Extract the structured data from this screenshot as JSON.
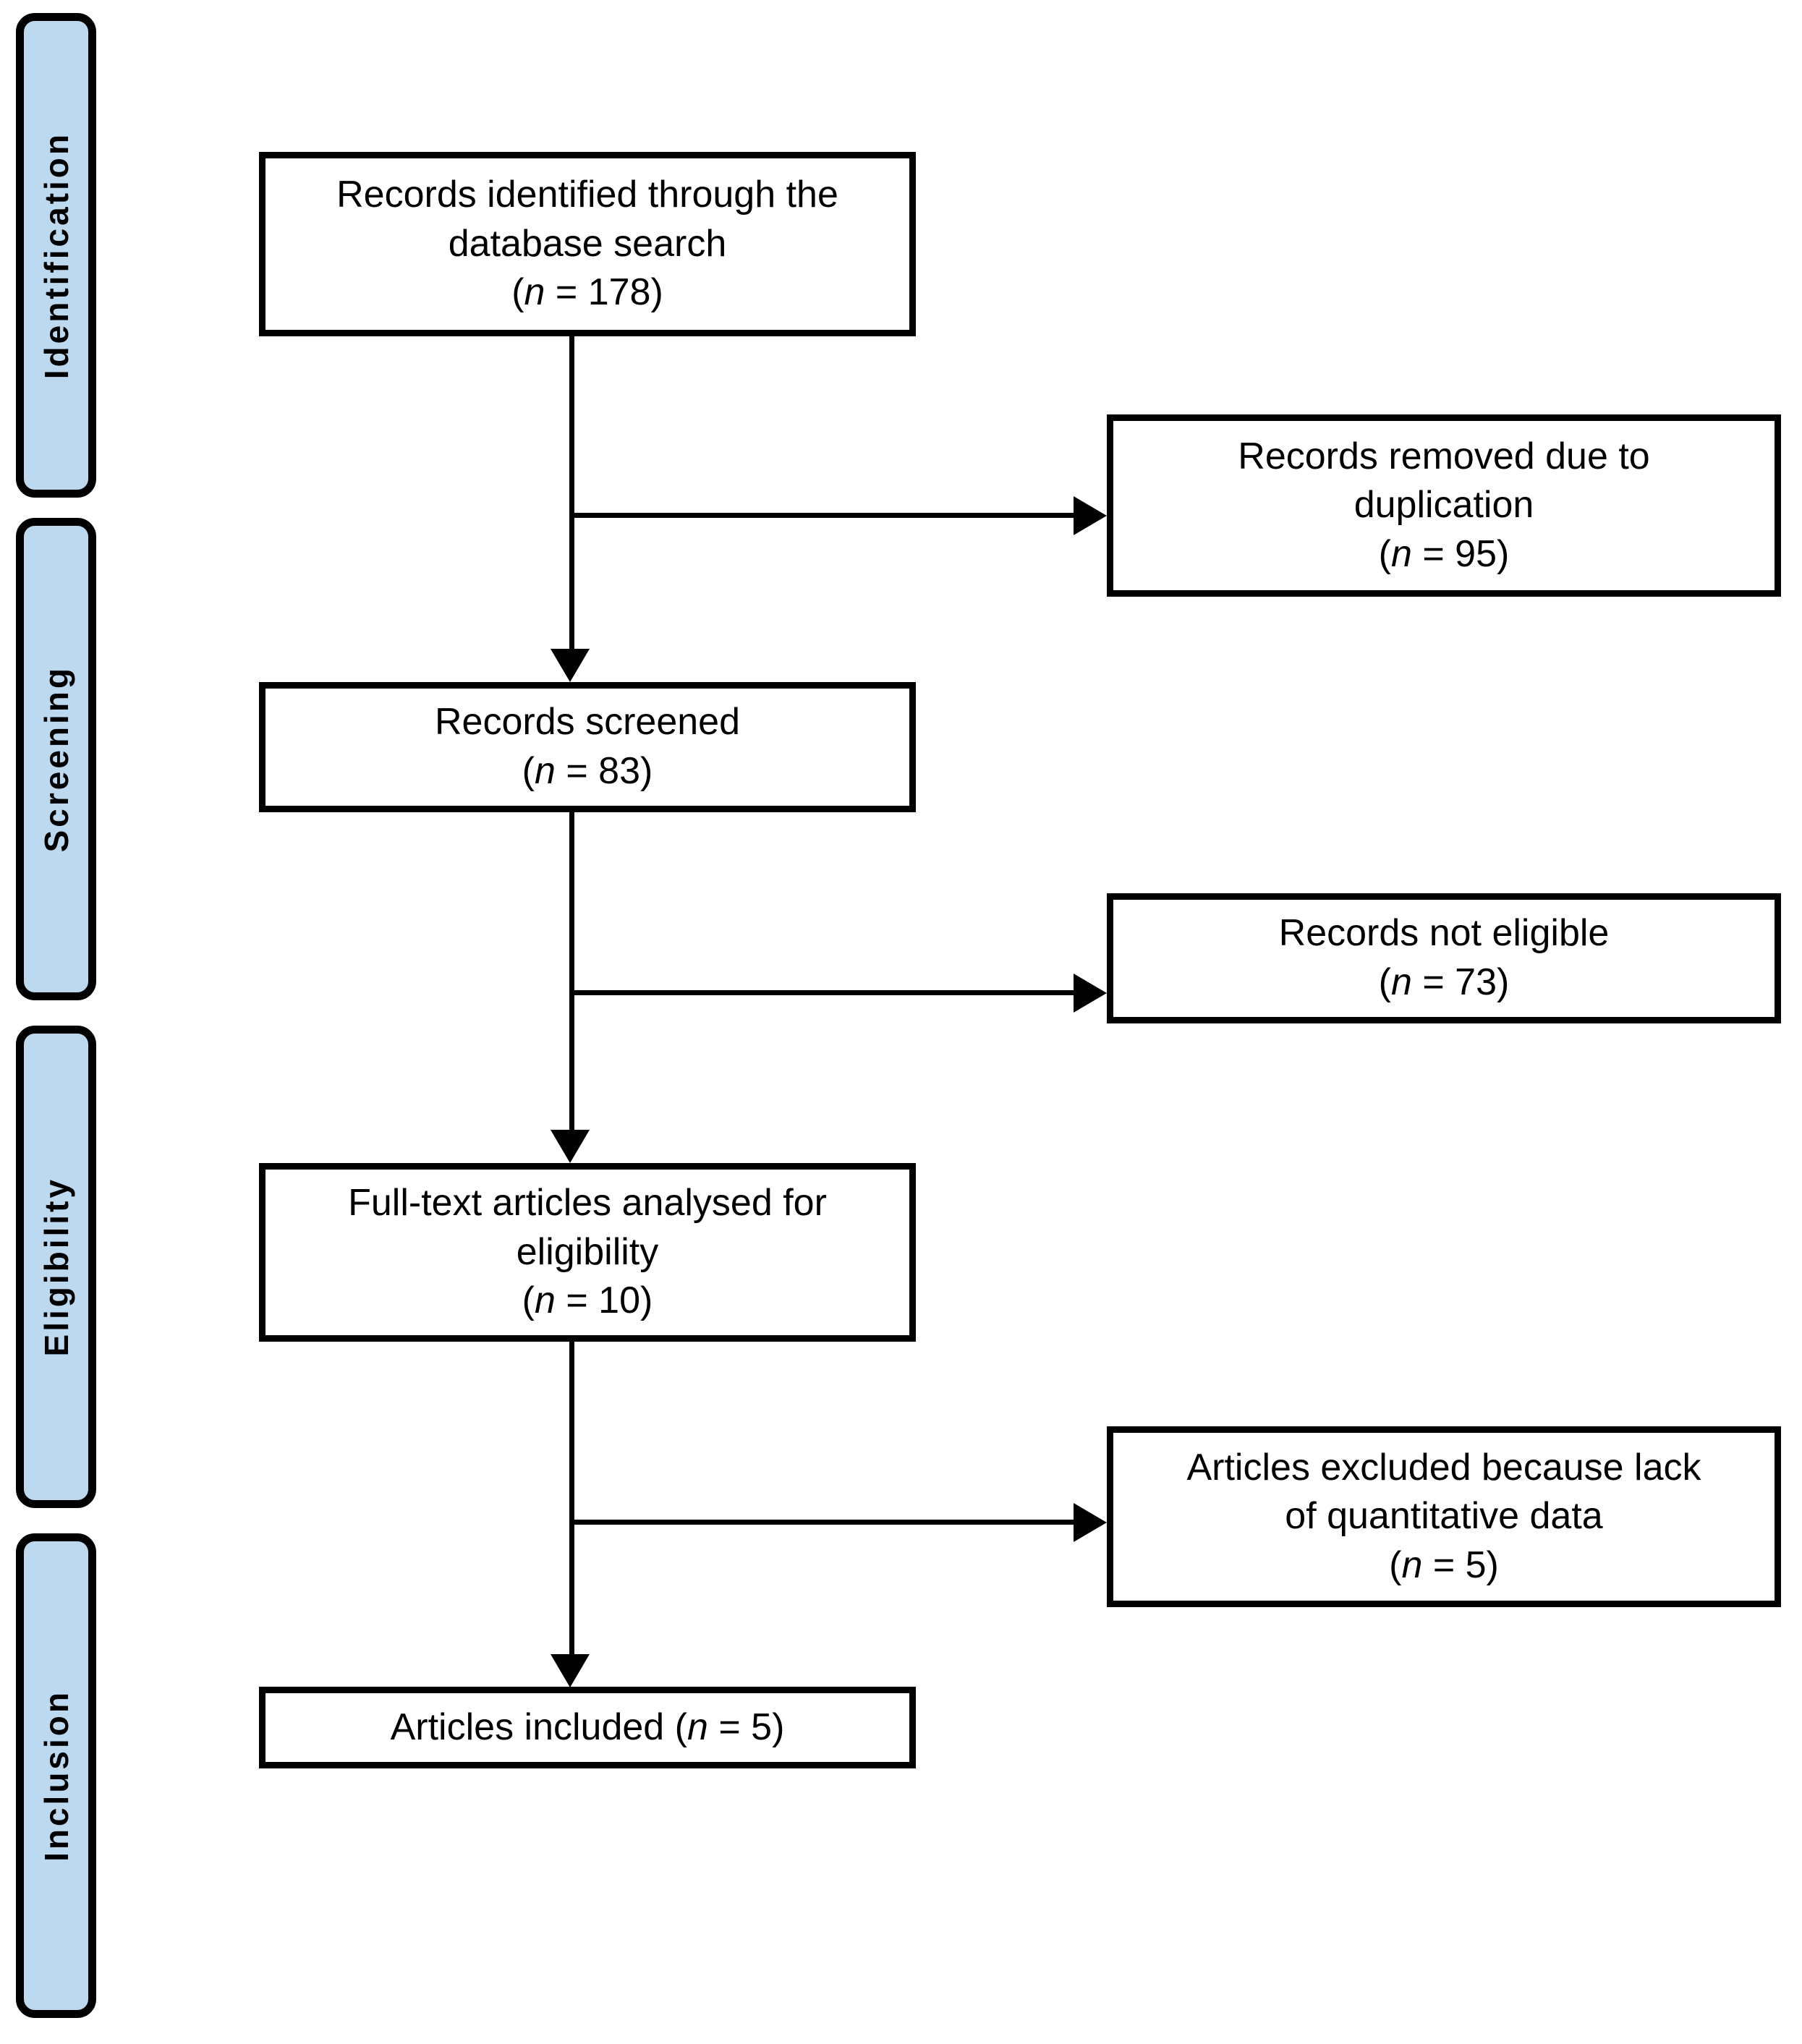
{
  "diagram": {
    "type": "prisma-flow-diagram",
    "accent_color": "#bcd9ef",
    "line_color": "#000000",
    "box_fill": "#ffffff"
  },
  "stages": [
    {
      "id": "identification",
      "label": "Identification"
    },
    {
      "id": "screening",
      "label": "Screening"
    },
    {
      "id": "eligibility",
      "label": "Eligibility"
    },
    {
      "id": "inclusion",
      "label": "Inclusion"
    }
  ],
  "boxes": {
    "identified": {
      "line1": "Records identified through the",
      "line2": "database search",
      "count_open": "(",
      "count_n": "n",
      "count_eq": " = 178)"
    },
    "duplicates": {
      "line1": "Records removed due to",
      "line2": "duplication",
      "count_open": "(",
      "count_n": "n",
      "count_eq": " = 95)"
    },
    "screened": {
      "line1": "Records screened",
      "count_open": "(",
      "count_n": "n",
      "count_eq": " = 83)"
    },
    "not_eligible": {
      "line1": "Records not eligible",
      "count_open": "(",
      "count_n": "n",
      "count_eq": " = 73)"
    },
    "fulltext": {
      "line1": "Full-text articles analysed for",
      "line2": "eligibility",
      "count_open": "(",
      "count_n": "n",
      "count_eq": " = 10)"
    },
    "excluded": {
      "line1": "Articles excluded because lack",
      "line2": "of quantitative data",
      "count_open": "(",
      "count_n": "n",
      "count_eq": " = 5)"
    },
    "included": {
      "prefix": "Articles included (",
      "count_n": "n",
      "suffix": " = 5)"
    }
  },
  "counts": {
    "records_identified": 178,
    "records_removed_duplication": 95,
    "records_screened": 83,
    "records_not_eligible": 73,
    "fulltext_analysed": 10,
    "articles_excluded_no_quant_data": 5,
    "articles_included": 5
  }
}
